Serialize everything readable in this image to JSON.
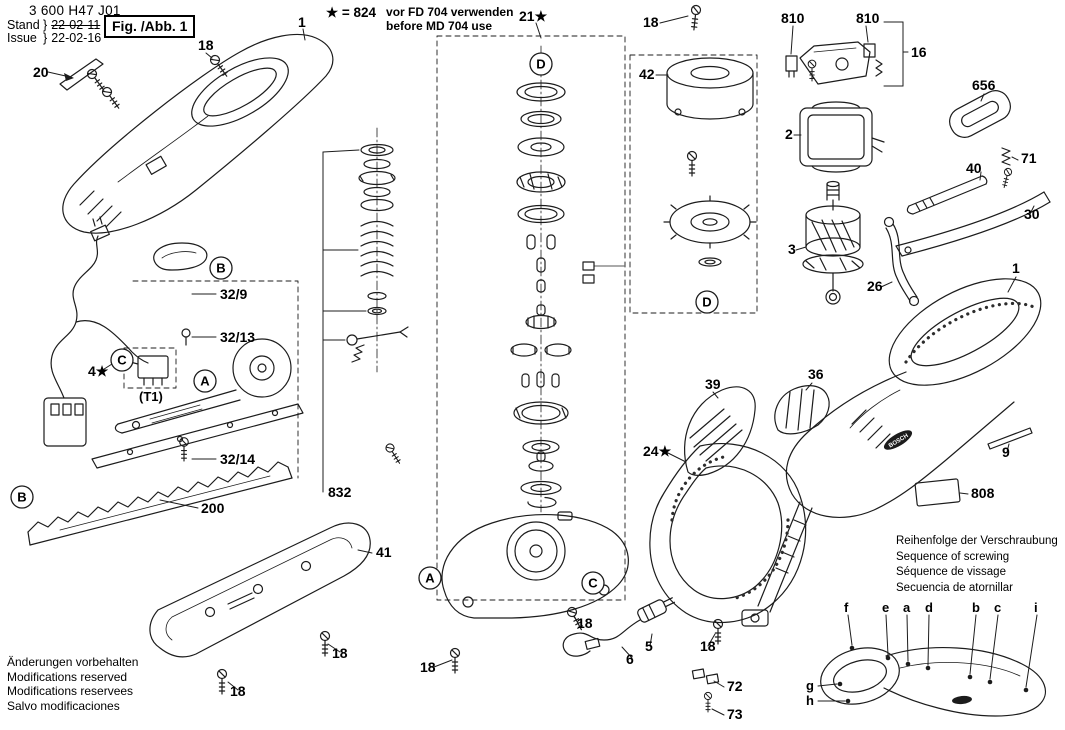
{
  "header": {
    "part_number": "3 600 H47 J01",
    "stand_label": "Stand",
    "issue_label": "Issue",
    "brace": "}",
    "stand_value": "22-02-11",
    "issue_value": "22-02-16",
    "fig_label": "Fig. /Abb. 1"
  },
  "star_note": {
    "code": "★ = 824",
    "line1": "vor FD 704 verwenden",
    "line2": "before MD 704 use"
  },
  "labels": {
    "p1": "1",
    "p2": "2",
    "p3": "3",
    "p4": "4★",
    "p5": "5",
    "p6": "6",
    "p9": "9",
    "p16": "16",
    "p18": "18",
    "p20": "20",
    "p21": "21★",
    "p24": "24★",
    "p26": "26",
    "p30": "30",
    "p32_9": "32/9",
    "p32_13": "32/13",
    "p32_14": "32/14",
    "p36": "36",
    "p39": "39",
    "p40": "40",
    "p41": "41",
    "p42": "42",
    "p71": "71",
    "p72": "72",
    "p73": "73",
    "p200": "200",
    "p656": "656",
    "p808": "808",
    "p810": "810",
    "p832": "832",
    "t1": "(T1)",
    "brand": "BOSCH"
  },
  "ref_markers": {
    "a": "A",
    "b": "B",
    "c": "C",
    "d": "D"
  },
  "screw_sequence": {
    "line1": "Reihenfolge der Verschraubung",
    "line2": "Sequence of screwing",
    "line3": "Séquence de vissage",
    "line4": "Secuencia de atornillar",
    "letters": {
      "f": "f",
      "e": "e",
      "a": "a",
      "d": "d",
      "b": "b",
      "c": "c",
      "i": "i",
      "g": "g",
      "h": "h"
    }
  },
  "footer_notes": {
    "line1": "Änderungen vorbehalten",
    "line2": "Modifications reserved",
    "line3": "Modifications reservees",
    "line4": "Salvo modificaciones"
  }
}
